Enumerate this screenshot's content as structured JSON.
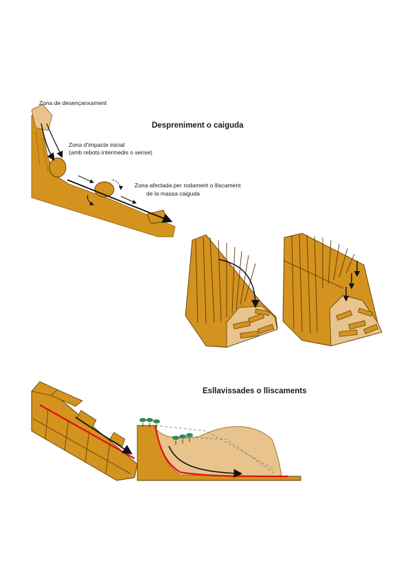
{
  "labels": {
    "release_zone": "Zona de desençanxament",
    "impact_zone_line1": "Zona d'impacte inicial",
    "impact_zone_line2": "(amb rebots intermedis o sense)",
    "affected_zone_line1": "Zona afectada per rodament o lliscament",
    "affected_zone_line2": "de la massa caiguda"
  },
  "titles": {
    "falls": "Despreniment o caiguda",
    "slides": "Esllavissades o lliscaments"
  },
  "colors": {
    "rock": "#d4921f",
    "rock_dark": "#a8700f",
    "deposit": "#e8c48c",
    "slip_surface": "#e01010",
    "tree_crown": "#2e8b57",
    "arrow": "#111111"
  }
}
